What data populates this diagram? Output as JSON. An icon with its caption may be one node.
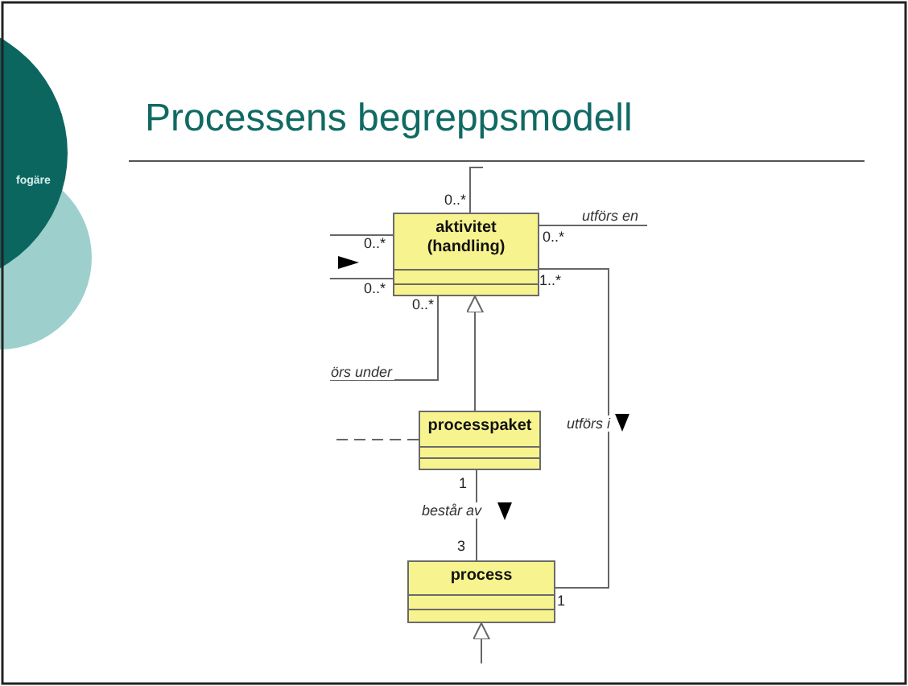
{
  "diagram": {
    "title": "Processens begreppsmodell",
    "nodes": [
      {
        "text": [
          "aktivitet (handling)"
        ]
      },
      {
        "text": [
          "processpaket"
        ]
      },
      {
        "text": [
          "process"
        ]
      }
    ],
    "edges": [
      {
        "from": 0,
        "to": null,
        "arrow": "none"
      },
      {
        "from": 0,
        "to": null,
        "arrow": "none"
      },
      {
        "from": 0,
        "to": null,
        "arrow": "none"
      },
      {
        "from": 0,
        "to": null,
        "arrow": "none",
        "label": "utförs en"
      },
      {
        "from": 0,
        "to": null,
        "arrow": "none",
        "label": "örs under"
      },
      {
        "from": 1,
        "to": 0,
        "arrow": "to"
      },
      {
        "from": 1,
        "to": null,
        "arrow": "none",
        "style": "dashed"
      },
      {
        "from": 1,
        "to": 2,
        "arrow": "none",
        "label": "består av"
      },
      {
        "from": 0,
        "to": 2,
        "arrow": "none",
        "label": "utförs i"
      },
      {
        "from": null,
        "to": 2,
        "arrow": "to"
      }
    ],
    "labels": [
      "fogäre",
      "0..*",
      "0..*",
      "0..*",
      "0..*",
      "1..*",
      "0..*",
      "1",
      "3",
      "1"
    ]
  }
}
